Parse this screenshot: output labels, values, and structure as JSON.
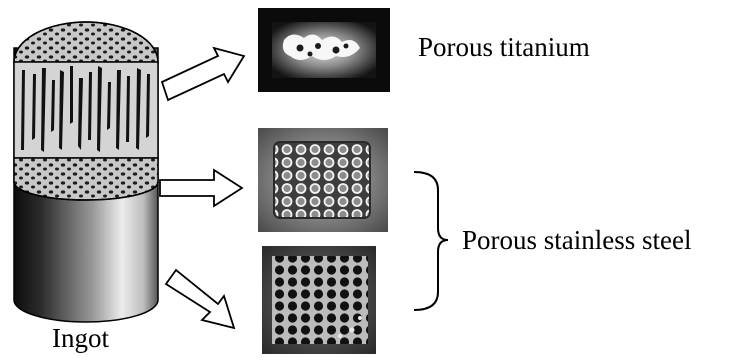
{
  "labels": {
    "ingot": "Ingot",
    "porous_titanium": "Porous titanium",
    "porous_stainless_steel": "Porous stainless steel"
  },
  "colors": {
    "background": "#ffffff",
    "ink": "#000000",
    "metal_light": "#d9d9d9",
    "metal_dark": "#2a2a2a",
    "sample_frame": "#1a1a1a"
  }
}
